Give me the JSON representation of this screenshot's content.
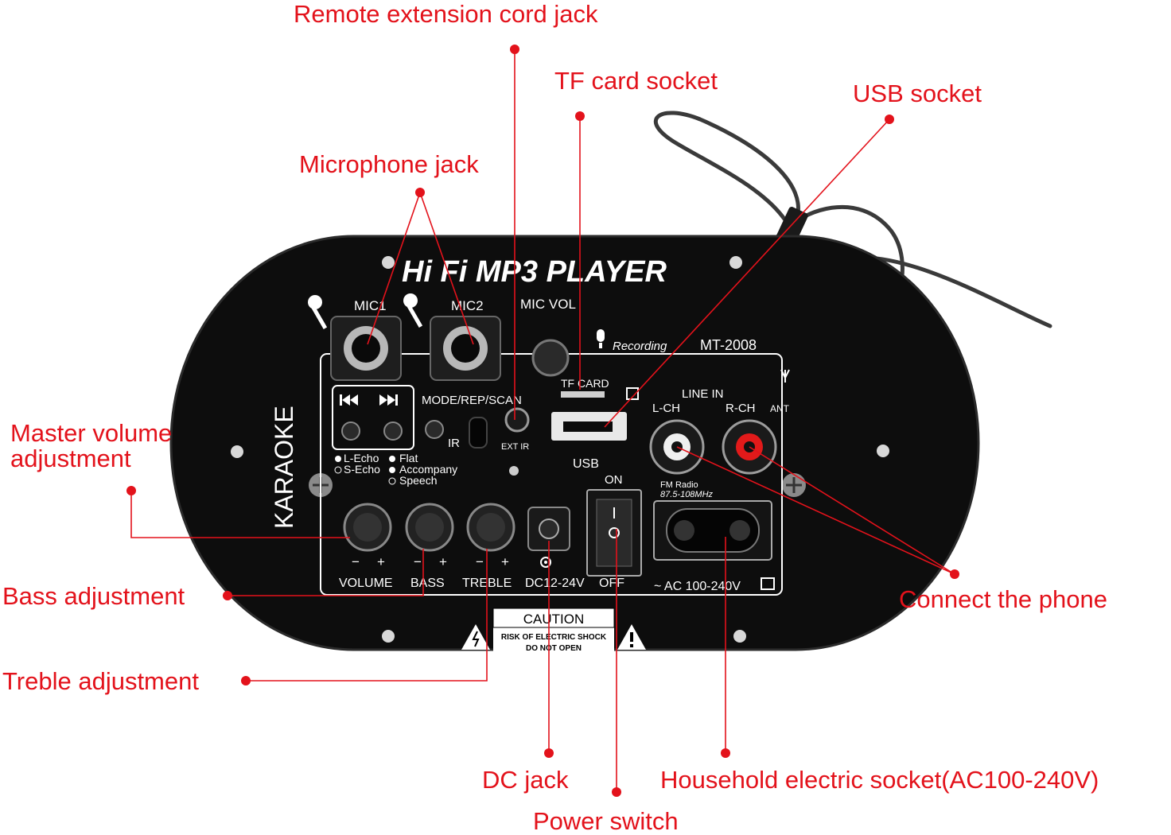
{
  "colors": {
    "accent": "#e3121b",
    "board": "#0d0d0d",
    "print": "#ffffff"
  },
  "callouts": {
    "remote_extension": "Remote extension cord jack",
    "tf_card": "TF card socket",
    "usb": "USB socket",
    "microphone": "Microphone jack",
    "master_volume_line1": "Master volume",
    "master_volume_line2": "adjustment",
    "bass": "Bass adjustment",
    "treble": "Treble adjustment",
    "connect_phone": "Connect the phone",
    "dc_jack": "DC jack",
    "household": "Household electric socket(AC100-240V)",
    "power_switch": "Power switch"
  },
  "panel": {
    "title": "Hi Fi  MP3 PLAYER",
    "mic1": "MIC1",
    "mic2": "MIC2",
    "mic_vol": "MIC VOL",
    "recording": "Recording",
    "model": "MT-2008",
    "karaoke": "KARAOKE",
    "mode": "MODE/REP/SCAN",
    "tf_card": "TF CARD",
    "line_in": "LINE IN",
    "l_ch": "L-CH",
    "r_ch": "R-CH",
    "ant": "ANT",
    "ir": "IR",
    "ext_ir": "EXT IR",
    "usb": "USB",
    "on": "ON",
    "l_echo": "L-Echo",
    "s_echo": "S-Echo",
    "flat": "Flat",
    "accompany": "Accompany",
    "speech": "Speech",
    "fm_radio": "FM Radio",
    "fm_band": "87.5-108MHz",
    "volume": "VOLUME",
    "bass": "BASS",
    "treble": "TREBLE",
    "dc": "DC12-24V",
    "off": "OFF",
    "ac": "~ AC 100-240V",
    "caution": "CAUTION",
    "risk": "RISK OF ELECTRIC SHOCK",
    "do_not_open": "DO NOT OPEN",
    "minus": "−",
    "plus": "+"
  }
}
